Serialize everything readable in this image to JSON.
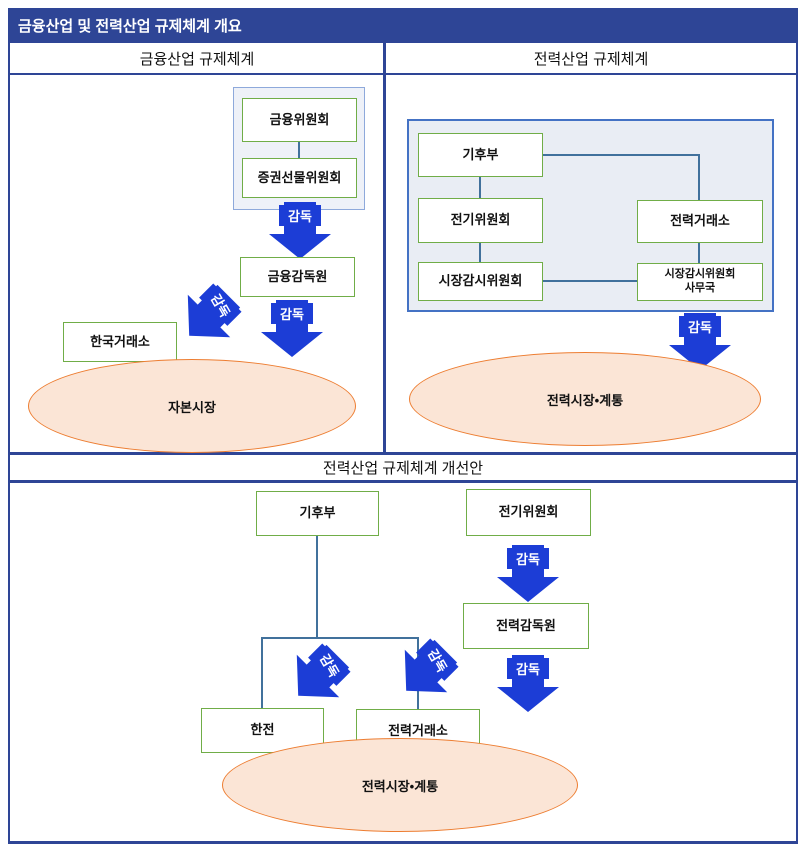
{
  "page": {
    "title": "금융산업 및 전력산업 규제체계 개요",
    "section_left_header": "금융산업 규제체계",
    "section_right_header": "전력산업 규제체계",
    "improvement_header": "전력산업 규제체계 개선안"
  },
  "labels": {
    "supervision": "감독",
    "fsc": "금융위원회",
    "sfc": "증권선물위원회",
    "fss": "금융감독원",
    "krx": "한국거래소",
    "capital_market": "자본시장",
    "climate_ministry": "기후부",
    "electricity_committee": "전기위원회",
    "market_surveillance_committee": "시장감시위원회",
    "kpx": "전력거래소",
    "msc_secretariat": "시장감시위원회\n사무국",
    "power_market_grid": "전력시장•계통",
    "kepco": "한전",
    "power_supervisory_service": "전력감독원"
  },
  "colors": {
    "frame_blue": "#2E4596",
    "arrow_blue": "#1C3DD6",
    "connector_blue": "#41719C",
    "box_border_green": "#70AD47",
    "container_light_border": "#8EA9DB",
    "container_light_fill": "#EEF1F8",
    "container_blue_border": "#4472C4",
    "container_blue_fill": "#E9EDF4",
    "ellipse_fill": "#FBE5D6",
    "ellipse_stroke": "#ED7D31"
  }
}
